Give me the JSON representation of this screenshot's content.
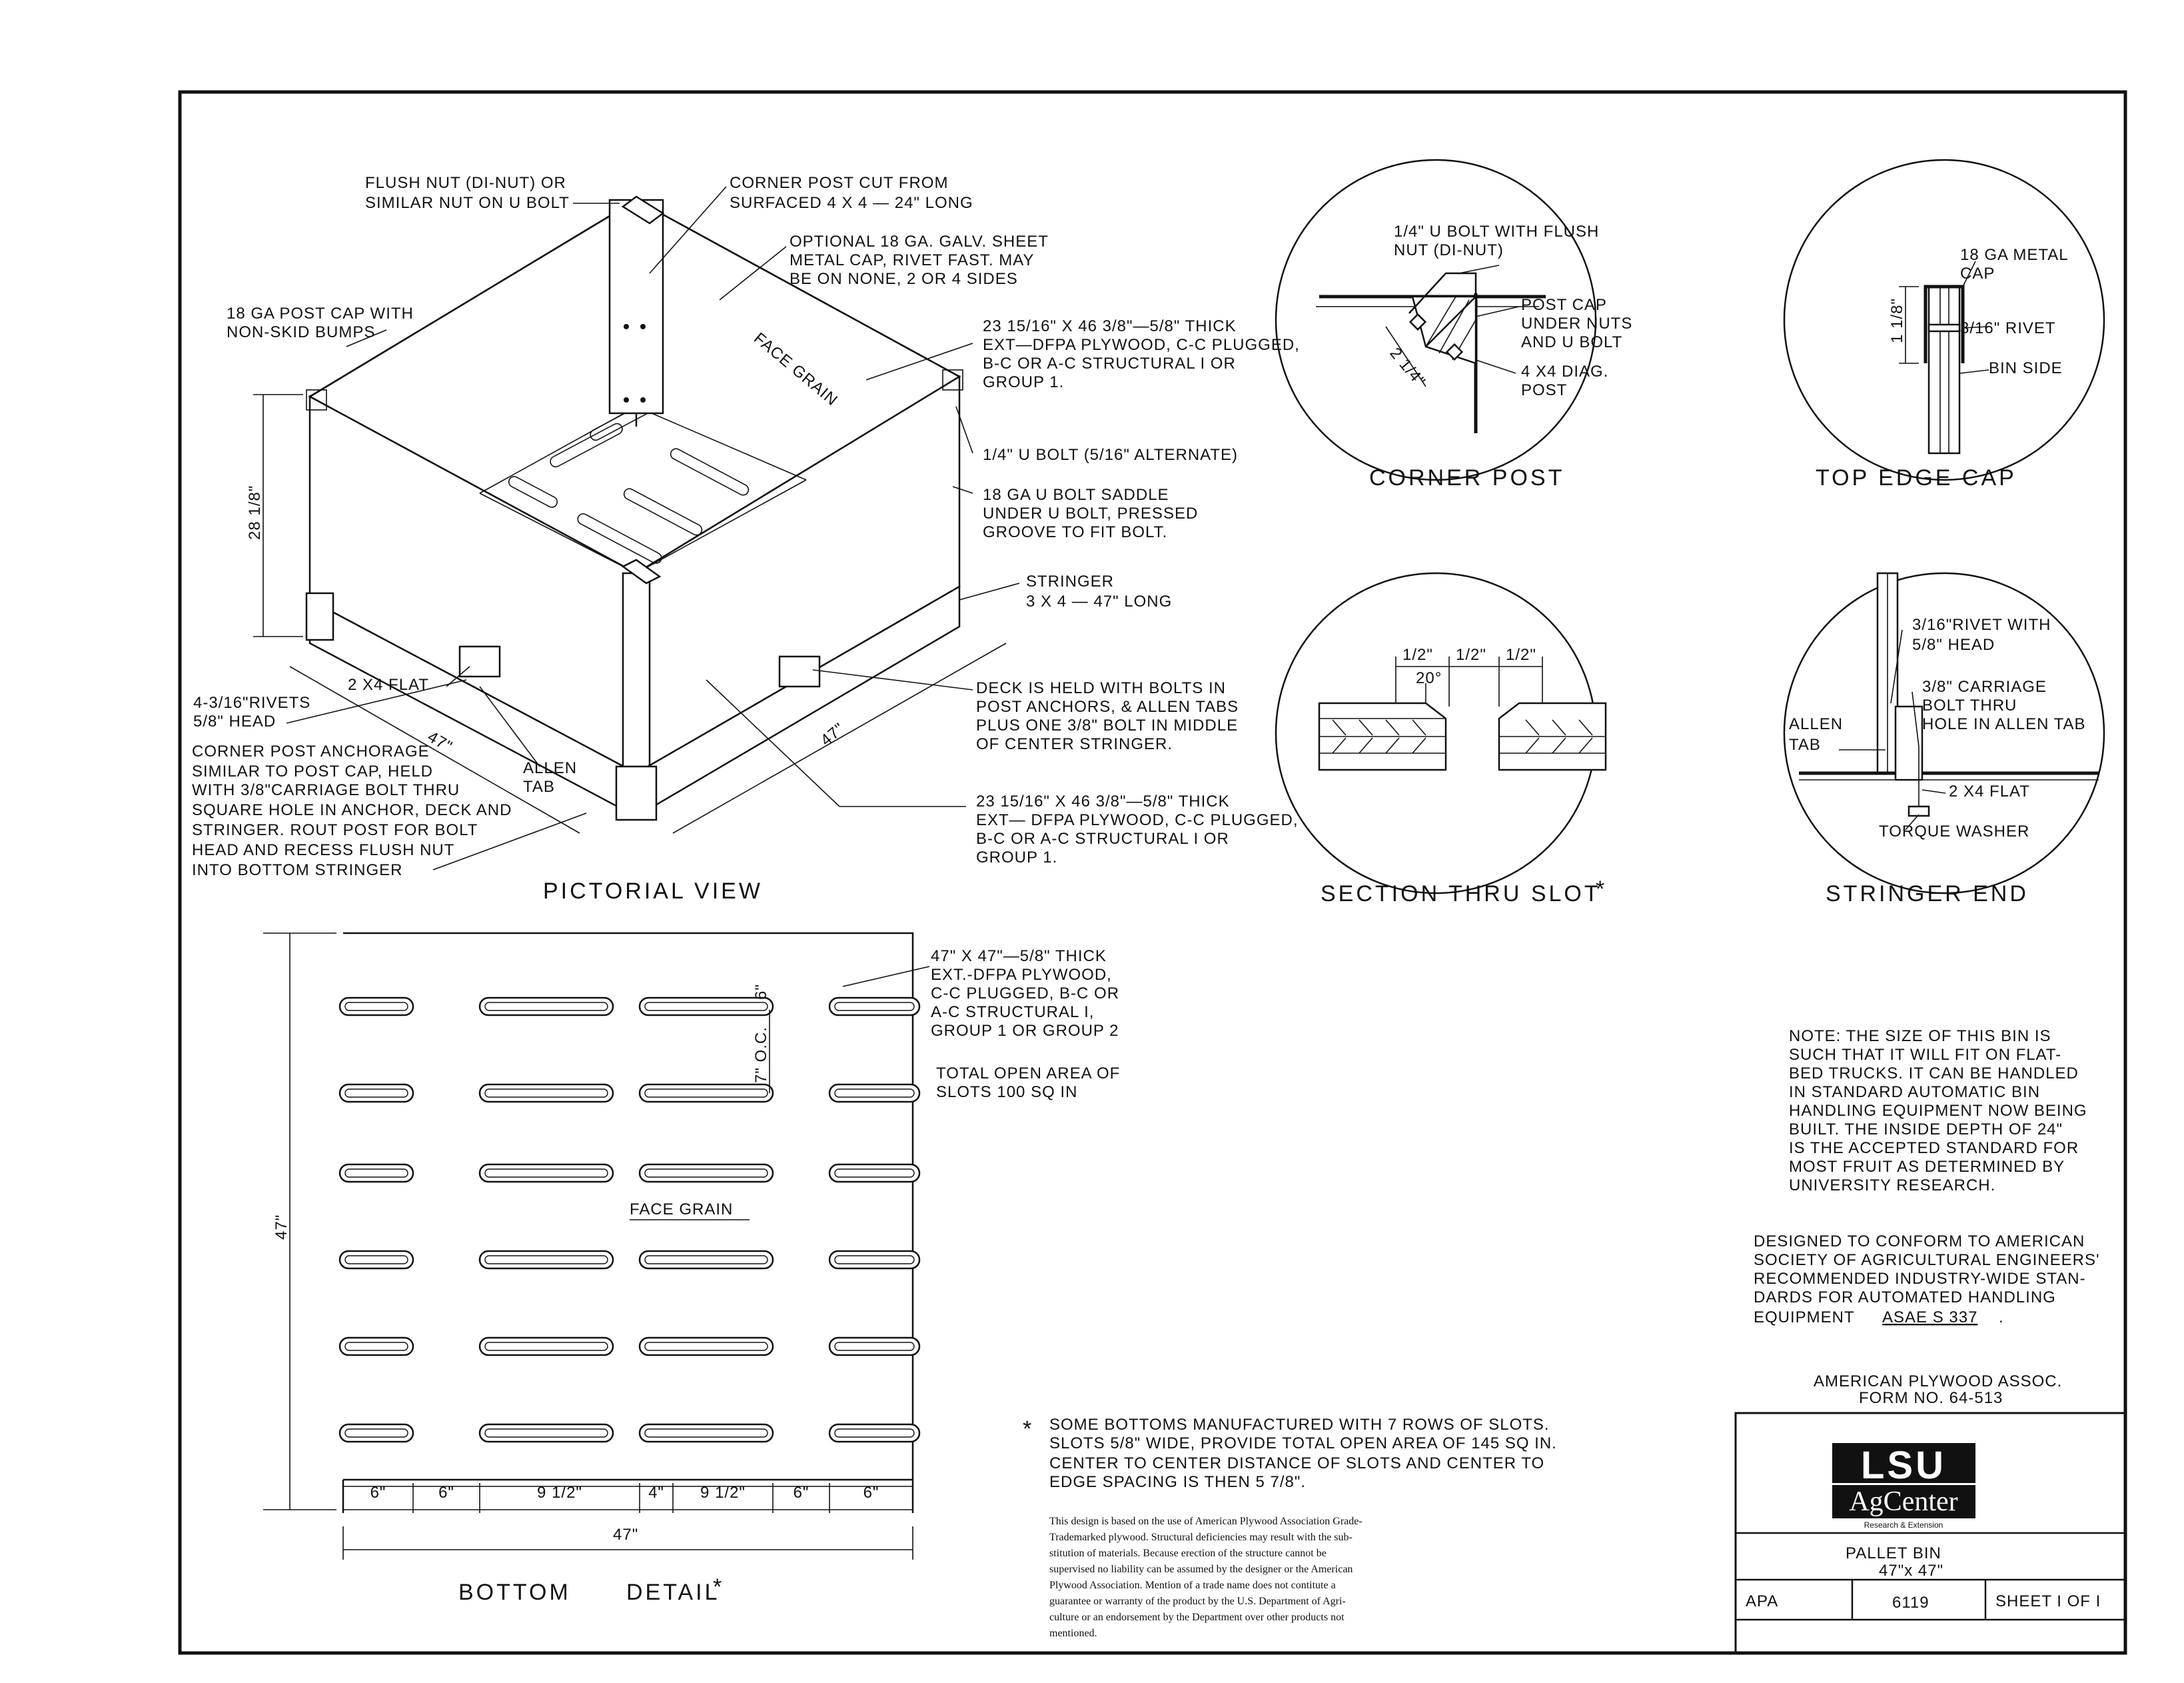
{
  "pictorial": {
    "c1": [
      "FLUSH NUT (DI-NUT) OR",
      "SIMILAR NUT ON U BOLT"
    ],
    "c2": [
      "CORNER POST CUT FROM",
      "SURFACED 4 X 4 — 24\" LONG"
    ],
    "c3": [
      "OPTIONAL 18 GA. GALV. SHEET",
      "METAL CAP, RIVET FAST. MAY",
      "BE ON NONE, 2 OR 4 SIDES"
    ],
    "c4": [
      "18 GA  POST CAP WITH",
      "NON-SKID BUMPS"
    ],
    "c5": [
      "23 15/16\" X 46 3/8\"—5/8\" THICK",
      "EXT—DFPA PLYWOOD, C-C PLUGGED,",
      "B-C OR A-C STRUCTURAL I OR",
      "GROUP 1."
    ],
    "c6": "1/4\" U BOLT (5/16\" ALTERNATE)",
    "c7": [
      "18 GA U BOLT SADDLE",
      "UNDER U BOLT, PRESSED",
      "GROOVE TO FIT BOLT."
    ],
    "c8": [
      "STRINGER",
      "3 X 4 — 47\" LONG"
    ],
    "c9": "2 X4 FLAT",
    "c10": [
      "4-3/16\"RIVETS",
      "5/8\" HEAD"
    ],
    "c11": [
      "CORNER POST ANCHORAGE",
      "SIMILAR TO POST CAP, HELD",
      "WITH 3/8\"CARRIAGE BOLT THRU",
      "SQUARE HOLE IN ANCHOR, DECK AND",
      "STRINGER. ROUT POST FOR BOLT",
      "HEAD AND RECESS FLUSH NUT",
      "INTO BOTTOM STRINGER"
    ],
    "c12": [
      "ALLEN",
      "TAB"
    ],
    "c13": [
      "DECK IS HELD WITH BOLTS IN",
      "POST ANCHORS, & ALLEN TABS",
      "PLUS ONE 3/8\" BOLT IN MIDDLE",
      "OF CENTER STRINGER."
    ],
    "c14": [
      "23 15/16\" X 46 3/8\"—5/8\" THICK",
      "EXT— DFPA PLYWOOD, C-C PLUGGED,",
      "B-C OR A-C STRUCTURAL I OR",
      "GROUP 1."
    ],
    "face_grain": "FACE GRAIN",
    "dim_height": "28 1/8\"",
    "dim_47a": "47\"",
    "dim_47b": "47\"",
    "title": "PICTORIAL  VIEW"
  },
  "corner_post": {
    "l1": [
      "1/4\" U BOLT WITH FLUSH",
      "NUT (DI-NUT)"
    ],
    "l2": [
      "POST CAP",
      "UNDER NUTS",
      "AND U BOLT"
    ],
    "l3": [
      "4 X4 DIAG.",
      "POST"
    ],
    "dim": "2 1/4\"",
    "title": "CORNER  POST"
  },
  "top_edge_cap": {
    "l1": [
      "18 GA METAL",
      "CAP"
    ],
    "l2": "3/16\" RIVET",
    "l3": "BIN SIDE",
    "dim": "1 1/8\"",
    "title": "TOP  EDGE  CAP"
  },
  "section_slot": {
    "d1": "1/2\"",
    "d2": "1/2\"",
    "d3": "1/2\"",
    "angle": "20°",
    "title": "SECTION  THRU  SLOT",
    "star": "*"
  },
  "stringer_end": {
    "l1": [
      "3/16\"RIVET WITH",
      "5/8\" HEAD"
    ],
    "l2": [
      "3/8\" CARRIAGE",
      "BOLT THRU",
      "HOLE IN ALLEN TAB"
    ],
    "l3": [
      "ALLEN",
      "TAB"
    ],
    "l4": "2 X4  FLAT",
    "l5": "TORQUE WASHER",
    "title": "STRINGER  END"
  },
  "bottom": {
    "spec": [
      "47\" X 47\"—5/8\" THICK",
      "EXT.-DFPA PLYWOOD,",
      "C-C PLUGGED, B-C OR",
      "A-C  STRUCTURAL  I,",
      "GROUP 1 OR GROUP 2"
    ],
    "open_area": [
      "TOTAL  OPEN AREA OF",
      "SLOTS  100 SQ IN"
    ],
    "d6": "6\"",
    "d7oc": "7\" O.C.",
    "face_grain": "FACE  GRAIN",
    "dim_left": "47\"",
    "dims": [
      "6\"",
      "6\"",
      "9 1/2\"",
      "4\"",
      "9 1/2\"",
      "6\"",
      "6\""
    ],
    "dim_overall": "47\"",
    "title": "BOTTOM",
    "title2": "DETAIL",
    "star": "*"
  },
  "note": [
    "NOTE: THE SIZE OF THIS BIN IS",
    "SUCH THAT IT WILL FIT ON FLAT-",
    "BED TRUCKS.  IT CAN BE HANDLED",
    "IN STANDARD AUTOMATIC BIN",
    "HANDLING EQUIPMENT NOW BEING",
    "BUILT.  THE INSIDE DEPTH OF 24\"",
    "IS THE ACCEPTED STANDARD FOR",
    "MOST FRUIT AS DETERMINED BY",
    "UNIVERSITY RESEARCH."
  ],
  "asae": [
    "DESIGNED TO CONFORM TO AMERICAN",
    "SOCIETY OF AGRICULTURAL ENGINEERS'",
    "RECOMMENDED INDUSTRY-WIDE  STAN-",
    "DARDS FOR AUTOMATED HANDLING",
    "EQUIPMENT"
  ],
  "asae_std": "ASAE S 337",
  "asae_period": ".",
  "apa_form": [
    "AMERICAN PLYWOOD ASSOC.",
    "FORM NO. 64-513"
  ],
  "slot_note": {
    "star": "*",
    "lines": [
      "SOME BOTTOMS MANUFACTURED WITH 7 ROWS OF SLOTS.",
      "SLOTS 5/8\" WIDE, PROVIDE TOTAL OPEN AREA OF 145 SQ IN.",
      "CENTER TO CENTER DISTANCE OF SLOTS AND CENTER TO",
      "EDGE SPACING IS THEN 5 7/8\"."
    ]
  },
  "disclaimer": [
    "This design is based on the use of American Plywood Association Grade-",
    "Trademarked plywood.  Structural deficiencies may result with the sub-",
    "stitution of materials.  Because erection of the structure cannot be",
    "supervised no liability can be assumed by the designer or the American",
    "Plywood Association.  Mention of a trade name does not contitute a",
    "guarantee or warranty of the product by the U.S. Department of Agri-",
    "culture or an endorsement by the Department over other products not",
    "mentioned."
  ],
  "logo": {
    "top": "LSU",
    "bottom": "AgCenter",
    "small": "Research & Extension"
  },
  "title_block": {
    "title": "PALLET  BIN",
    "size": "47\"x 47\"",
    "org": "APA",
    "number": "6119",
    "sheet": "SHEET  I  OF  I"
  }
}
